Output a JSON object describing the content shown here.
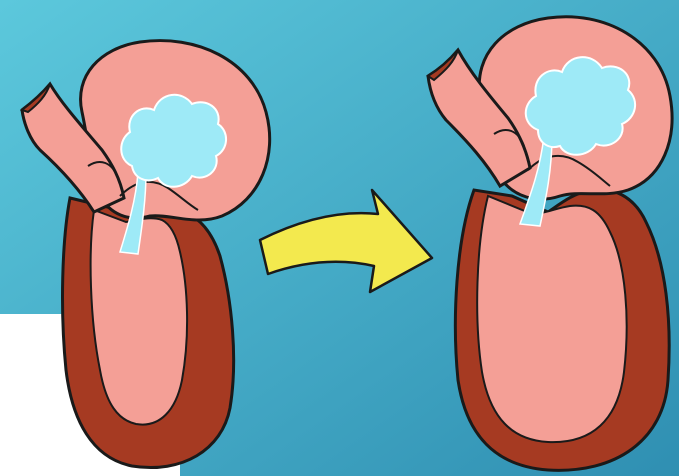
{
  "slide": {
    "background_gradient": [
      "#5cc8dc",
      "#2f8fb2"
    ],
    "corner_panel_color": "#ffffff"
  },
  "diagram": {
    "panels": [
      {
        "id": "heart-before",
        "state": "before"
      },
      {
        "id": "heart-after",
        "state": "after"
      }
    ],
    "arrow": {
      "direction": "right",
      "color": "#f3e94e",
      "outline": "#1a1a1a"
    },
    "colors": {
      "myocardium": "#a63a22",
      "chamber": "#f49f96",
      "valve_leaflets": "#9eeaf7",
      "outline": "#1a1a1a"
    }
  }
}
